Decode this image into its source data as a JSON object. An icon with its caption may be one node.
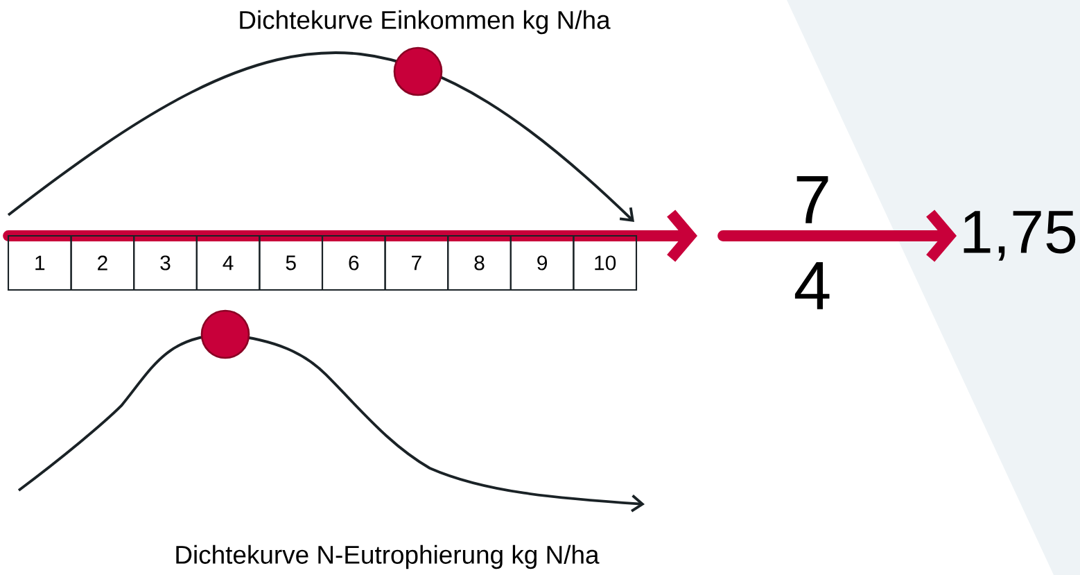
{
  "diagram": {
    "nodes": [
      {
        "text": [
          "1"
        ]
      },
      {
        "text": [
          "2"
        ]
      },
      {
        "text": [
          "3"
        ]
      },
      {
        "text": [
          "4"
        ]
      },
      {
        "text": [
          "5"
        ]
      },
      {
        "text": [
          "6"
        ]
      },
      {
        "text": [
          "7"
        ]
      },
      {
        "text": [
          "8"
        ]
      },
      {
        "text": [
          "9"
        ]
      },
      {
        "text": [
          "10"
        ]
      },
      {
        "text": [
          "1,75"
        ]
      }
    ],
    "edges": [
      {
        "from": null,
        "to": 10,
        "arrow": "to"
      }
    ],
    "labels": [
      "Dichtekurve Einkommen kg N/ha",
      "7",
      "4",
      "Dichtekurve N-Eutrophierung kg N/ha"
    ]
  }
}
